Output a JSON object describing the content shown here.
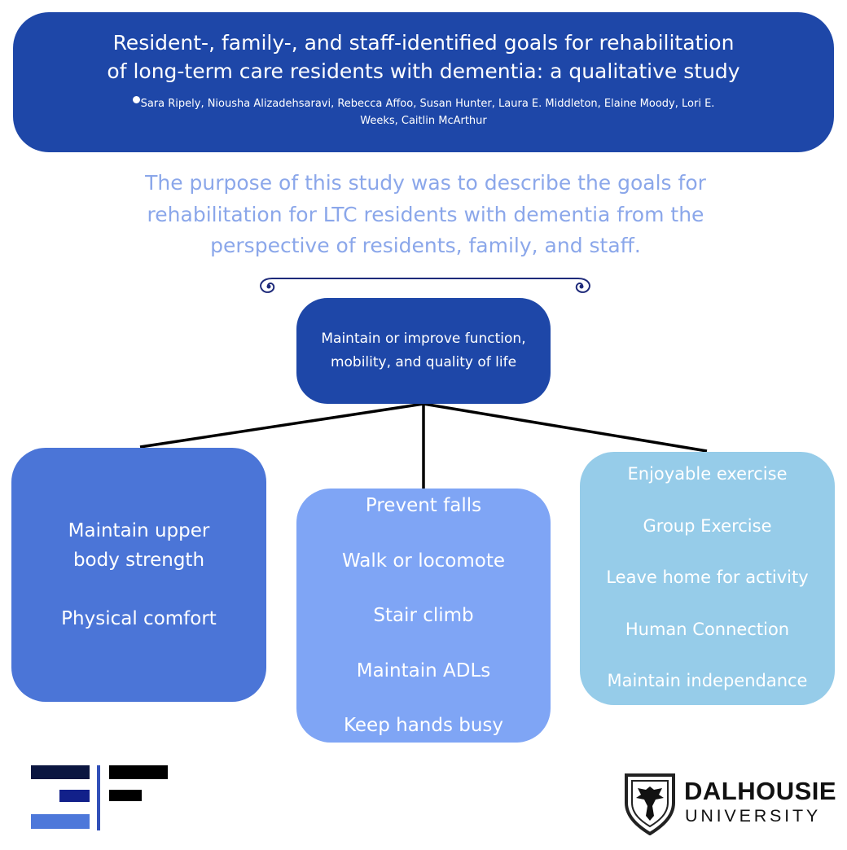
{
  "header": {
    "title_line1": "Resident-, family-, and staff-identified goals for rehabilitation",
    "title_line2": "of long-term care residents with dementia: a qualitative study",
    "authors_line1": "Sara Ripely, Niousha Alizadehsaravi, Rebecca Affoo, Susan Hunter, Laura E. Middleton, Elaine Moody, Lori E.",
    "authors_line2": "Weeks, Caitlin McArthur"
  },
  "purpose": {
    "line1": "The purpose of this study was to describe the goals for",
    "line2": "rehabilitation for LTC residents with dementia from the",
    "line3": "perspective of residents, family, and staff."
  },
  "root": {
    "line1": "Maintain or improve function,",
    "line2": "mobility, and quality of life"
  },
  "left_box": {
    "item1_line1": "Maintain upper",
    "item1_line2": "body strength",
    "item2": "Physical comfort"
  },
  "middle_box": {
    "items": [
      "Prevent falls",
      "Walk or locomote",
      "Stair climb",
      "Maintain ADLs",
      "Keep hands busy"
    ]
  },
  "right_box": {
    "items": [
      "Enjoyable exercise",
      "Group Exercise",
      "Leave home for activity",
      "Human Connection",
      "Maintain independance"
    ]
  },
  "logos": {
    "ef_logo": "ef-logo",
    "dalhousie_line1": "DALHOUSIE",
    "dalhousie_line2": "UNIVERSITY"
  },
  "colors": {
    "dark_blue": "#1e47a8",
    "medium_blue": "#4b75d7",
    "periwinkle": "#7fa5f5",
    "light_blue": "#96cce9",
    "purpose_text": "#8ba7ea"
  }
}
